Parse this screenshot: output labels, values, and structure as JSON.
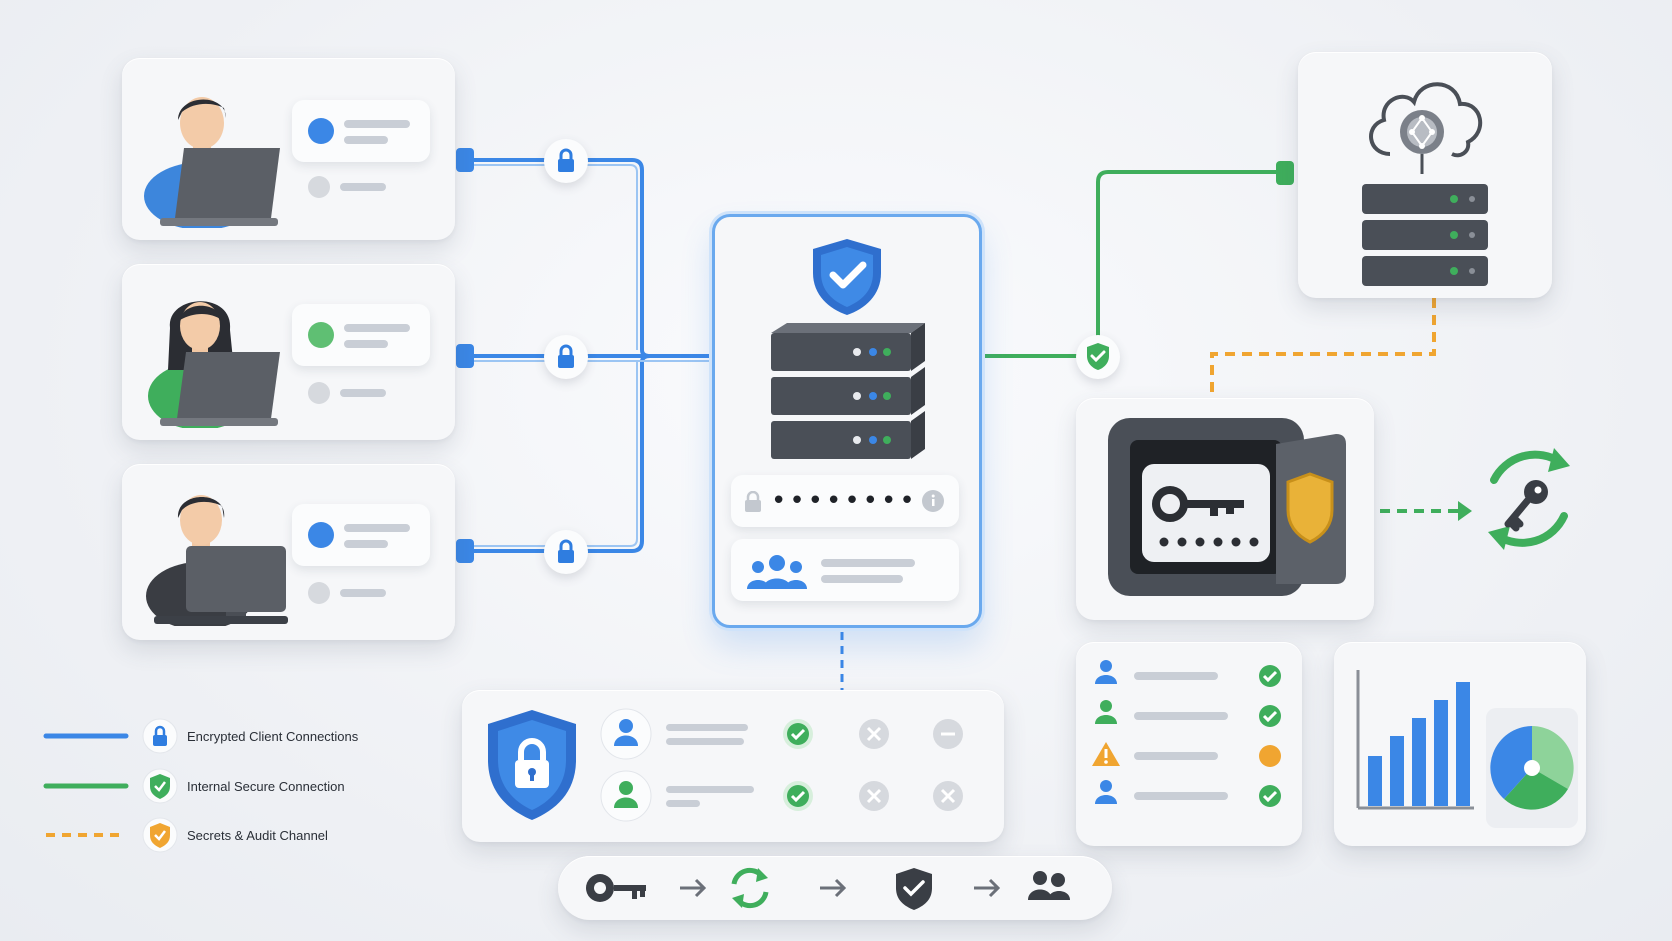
{
  "legend": {
    "items": [
      {
        "label": "Encrypted Client Connections",
        "color": "#3b87e6",
        "icon": "lock-icon"
      },
      {
        "label": "Internal Secure Connection",
        "color": "#3fae5c",
        "icon": "shield-check-icon"
      },
      {
        "label": "Secrets & Audit Channel",
        "color": "#f0a531",
        "icon": "shield-check-icon"
      }
    ]
  },
  "colors": {
    "blue": "#3b87e6",
    "green": "#3fae5c",
    "orange": "#f0a531",
    "server": "#4a4f57"
  },
  "central_server": {
    "password_mask": "••••••••",
    "icons": [
      "shield-check-icon",
      "server-stack-icon",
      "lock-icon",
      "info-icon",
      "users-icon"
    ]
  },
  "workflow": {
    "steps": [
      "key-icon",
      "refresh-icon",
      "shield-check-icon",
      "users-icon"
    ]
  }
}
